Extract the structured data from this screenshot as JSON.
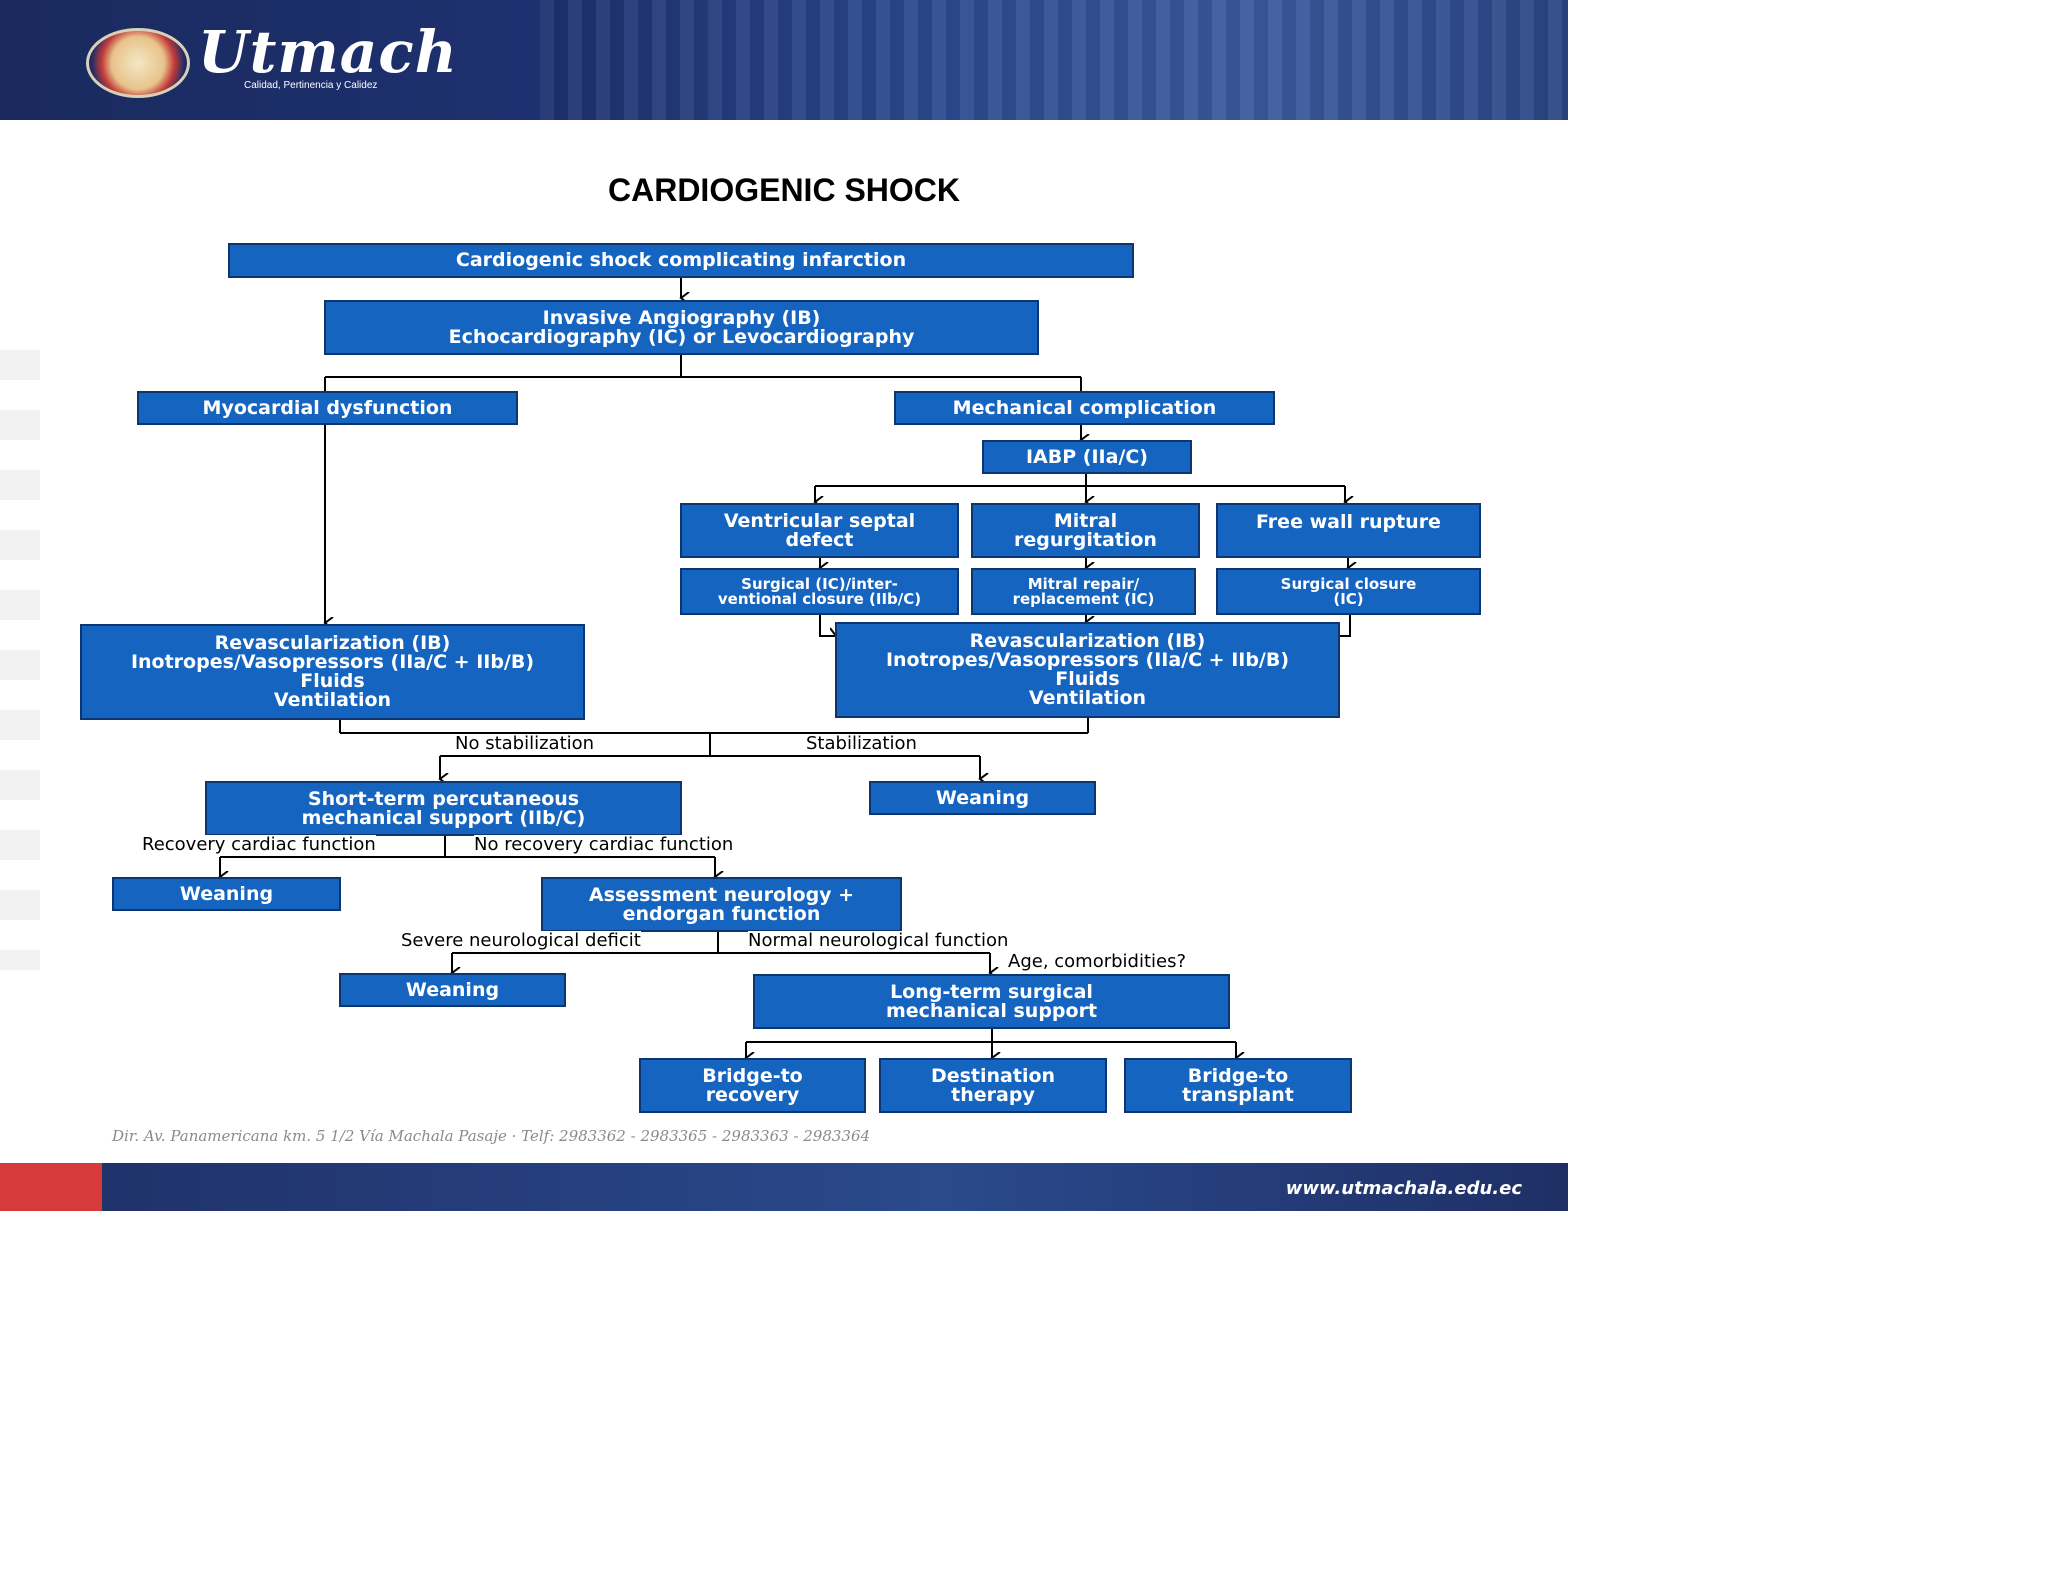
{
  "header": {
    "logo_text": "Utmach",
    "tagline": "Calidad, Pertinencia y Calidez"
  },
  "title": "CARDIOGENIC SHOCK",
  "nodes": {
    "root": "Cardiogenic shock complicating infarction",
    "angio_line1": "Invasive Angiography (IB)",
    "angio_line2": "Echocardiography (IC) or Levocardiography",
    "myo": "Myocardial dysfunction",
    "mech": "Mechanical complication",
    "iabp": "IABP (IIa/C)",
    "vsd_line1": "Ventricular septal",
    "vsd_line2": "defect",
    "mitral_line1": "Mitral",
    "mitral_line2": "regurgitation",
    "fwr": "Free wall rupture",
    "vsd_tx_line1": "Surgical (IC)/inter-",
    "vsd_tx_line2": "ventional closure (IIb/C)",
    "mitral_tx_line1": "Mitral repair/",
    "mitral_tx_line2": "replacement (IC)",
    "fwr_tx_line1": "Surgical closure",
    "fwr_tx_line2": "(IC)",
    "revasc_line1": "Revascularization (IB)",
    "revasc_line2": "Inotropes/Vasopressors (IIa/C + IIb/B)",
    "revasc_line3": "Fluids",
    "revasc_line4": "Ventilation",
    "stmcs_line1": "Short-term percutaneous",
    "stmcs_line2": "mechanical support (IIb/C)",
    "weaning": "Weaning",
    "assess_line1": "Assessment neurology +",
    "assess_line2": "endorgan function",
    "ltmcs_line1": "Long-term surgical",
    "ltmcs_line2": "mechanical support",
    "btr_line1": "Bridge-to",
    "btr_line2": "recovery",
    "dt_line1": "Destination",
    "dt_line2": "therapy",
    "btt_line1": "Bridge-to",
    "btt_line2": "transplant"
  },
  "edge_labels": {
    "no_stab": "No stabilization",
    "stab": "Stabilization",
    "recovery": "Recovery cardiac function",
    "no_recovery": "No recovery cardiac function",
    "severe_neuro": "Severe neurological deficit",
    "normal_neuro": "Normal neurological function",
    "age": "Age, comorbidities?"
  },
  "footer": {
    "address": "Dir. Av. Panamericana km. 5 1/2 Vía Machala Pasaje · Telf: 2983362 - 2983365 - 2983363 - 2983364",
    "url": "www.utmachala.edu.ec"
  },
  "colors": {
    "box_fill": "#1565c0",
    "box_border": "#0d3570",
    "header_bg": "#1e3170",
    "footer_accent": "#d63a3a"
  }
}
